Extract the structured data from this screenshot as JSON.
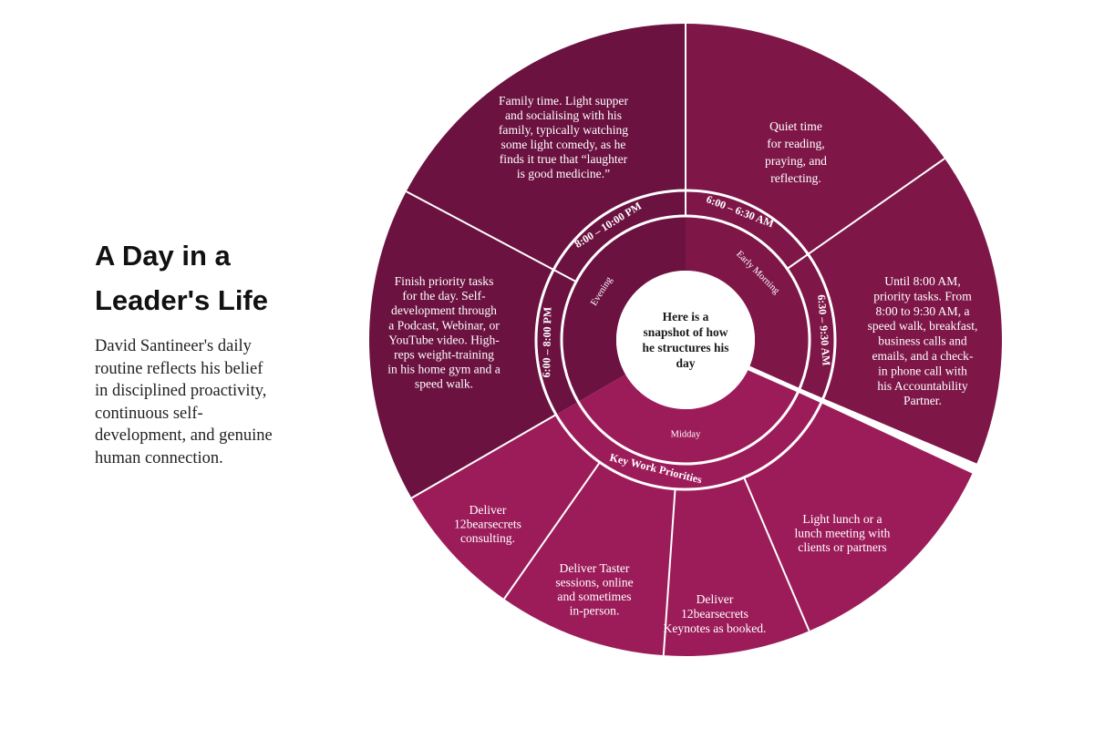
{
  "title": {
    "lines": [
      "A Day in a",
      "Leader's Life"
    ]
  },
  "description": {
    "lines": [
      "David Santineer's daily",
      "routine reflects his belief",
      "in disciplined proactivity,",
      "continuous self-",
      "development, and genuine",
      "human connection."
    ]
  },
  "center": {
    "lines": [
      "Here is a",
      "snapshot of how",
      "he structures his",
      "day"
    ]
  },
  "colors": {
    "evening": "#6b1240",
    "morning": "#7e1748",
    "midday": "#9c1c5a",
    "divider": "#ffffff",
    "hub": "#ffffff",
    "heading": "#111111",
    "body_text": "#222222"
  },
  "periods": {
    "early_morning": "Early Morning",
    "midday": "Midday",
    "evening": "Evening"
  },
  "times": {
    "t0600": "6:00 – 6:30 AM",
    "t0630": "6:30 – 9:30 AM",
    "key_work": "Key Work Priorities",
    "t1800": "6:00 – 8:00 PM",
    "t2000": "8:00 – 10:00 PM"
  },
  "segments": {
    "quiet_time": [
      "Quiet time",
      "for reading,",
      "praying, and",
      "reflecting."
    ],
    "priority_tasks": [
      "Until 8:00 AM,",
      "priority tasks. From",
      "8:00 to 9:30 AM, a",
      "speed walk, breakfast,",
      "business calls and",
      "emails, and a check-",
      "in phone call with",
      "his Accountability",
      "Partner."
    ],
    "lunch": [
      "Light lunch or a",
      "lunch meeting with",
      "clients or partners"
    ],
    "keynotes": [
      "Deliver",
      "12bearsecrets",
      "Keynotes as booked."
    ],
    "taster": [
      "Deliver Taster",
      "sessions, online",
      "and sometimes",
      "in-person."
    ],
    "consulting": [
      "Deliver",
      "12bearsecrets",
      "consulting."
    ],
    "self_dev": [
      "Finish priority tasks",
      "for the day. Self-",
      "development through",
      "a Podcast, Webinar, or",
      "YouTube video. High-",
      "reps weight-training",
      "in his home gym and a",
      "speed walk."
    ],
    "family": [
      "Family time. Light supper",
      "and socialising with his",
      "family, typically watching",
      "some light comedy, as he",
      "finds it true that “laughter",
      "is good medicine.”"
    ]
  }
}
